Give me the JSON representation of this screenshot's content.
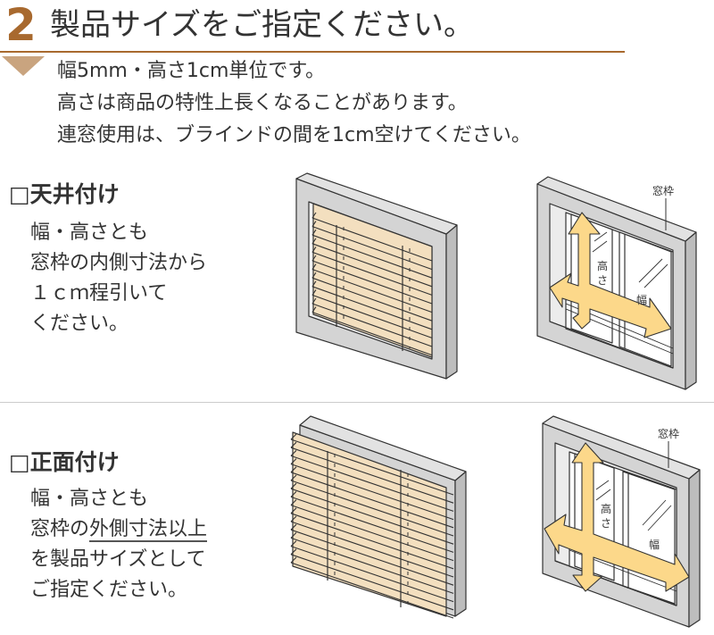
{
  "header": {
    "step_number": "2",
    "title": "製品サイズをご指定ください。",
    "accent_color": "#a8692e",
    "notes": [
      "幅5mm・高さ1cm単位です。",
      "高さは商品の特性上長くなることがあります。",
      "連窓使用は、ブラインドの間を1cm空けてください。"
    ]
  },
  "sections": [
    {
      "title": "□天井付け",
      "lines": [
        "幅・高さとも",
        "窓枠の内側寸法から",
        "１ｃｍ程引いて",
        "ください。"
      ]
    },
    {
      "title": "□正面付け",
      "lines_before": [
        "幅・高さとも"
      ],
      "line2_prefix": "窓枠の",
      "line2_underlined": "外側寸法以上",
      "lines_after": [
        "を製品サイズとして",
        "ご指定ください。"
      ]
    }
  ],
  "diagram_labels": {
    "frame": "窓枠",
    "height_v1": "高",
    "height_v2": "さ",
    "width": "幅"
  },
  "colors": {
    "frame_fill": "#d4d4d4",
    "blind_fill": "#f3dfbf",
    "arrow_fill": "#fcd88a"
  }
}
